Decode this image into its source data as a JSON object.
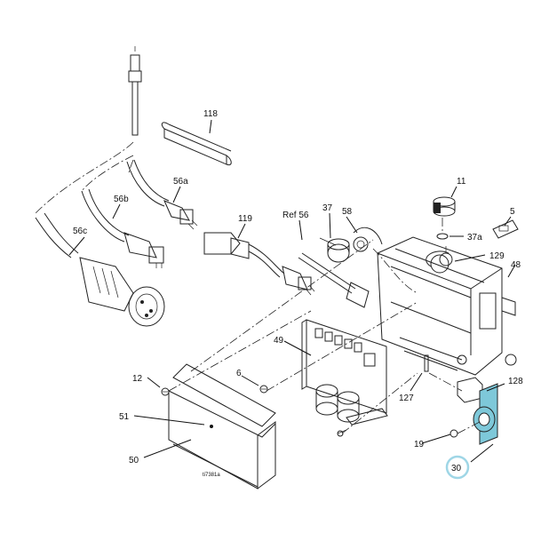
{
  "diagram": {
    "callouts": [
      {
        "id": "c118",
        "text": "118"
      },
      {
        "id": "c56a",
        "text": "56a"
      },
      {
        "id": "c56b",
        "text": "56b"
      },
      {
        "id": "c56c",
        "text": "56c"
      },
      {
        "id": "c119",
        "text": "119"
      },
      {
        "id": "cref56",
        "text": "Ref 56"
      },
      {
        "id": "c37",
        "text": "37"
      },
      {
        "id": "c58",
        "text": "58"
      },
      {
        "id": "c11",
        "text": "11"
      },
      {
        "id": "c5",
        "text": "5"
      },
      {
        "id": "c37a",
        "text": "37a"
      },
      {
        "id": "c129",
        "text": "129"
      },
      {
        "id": "c48",
        "text": "48"
      },
      {
        "id": "c49",
        "text": "49"
      },
      {
        "id": "c12",
        "text": "12"
      },
      {
        "id": "c6",
        "text": "6"
      },
      {
        "id": "c51",
        "text": "51"
      },
      {
        "id": "c50",
        "text": "50"
      },
      {
        "id": "c127",
        "text": "127"
      },
      {
        "id": "c128",
        "text": "128"
      },
      {
        "id": "c19",
        "text": "19"
      },
      {
        "id": "c30",
        "text": "30"
      }
    ],
    "figure_id": "ti7381a",
    "highlight_part": "30",
    "highlight_color": "#7ec8d9",
    "circle_color": "#9fd6e6"
  }
}
